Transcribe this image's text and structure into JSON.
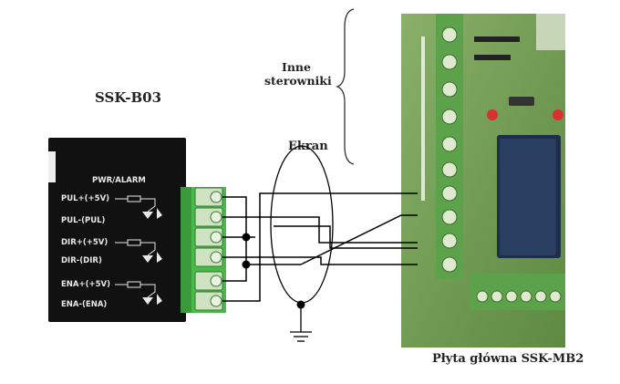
{
  "labels": {
    "device": "SSK-B03",
    "other_controllers": [
      "Inne",
      "sterowniki"
    ],
    "shield": "Ekran",
    "mainboard": "Płyta główna SSK-MB2"
  },
  "module": {
    "header": "PWR/ALARM",
    "pins": [
      "PUL+(+5V)",
      "PUL-(PUL)",
      "DIR+(+5V)",
      "DIR-(DIR)",
      "ENA+(+5V)",
      "ENA-(ENA)"
    ]
  },
  "colors": {
    "module_body": "#111111",
    "terminal_green": "#4bb84a",
    "pcb_green": "#7fa85a",
    "wire": "#000000",
    "relay_blue": "#1d2d4a",
    "led_red": "#d93030"
  }
}
